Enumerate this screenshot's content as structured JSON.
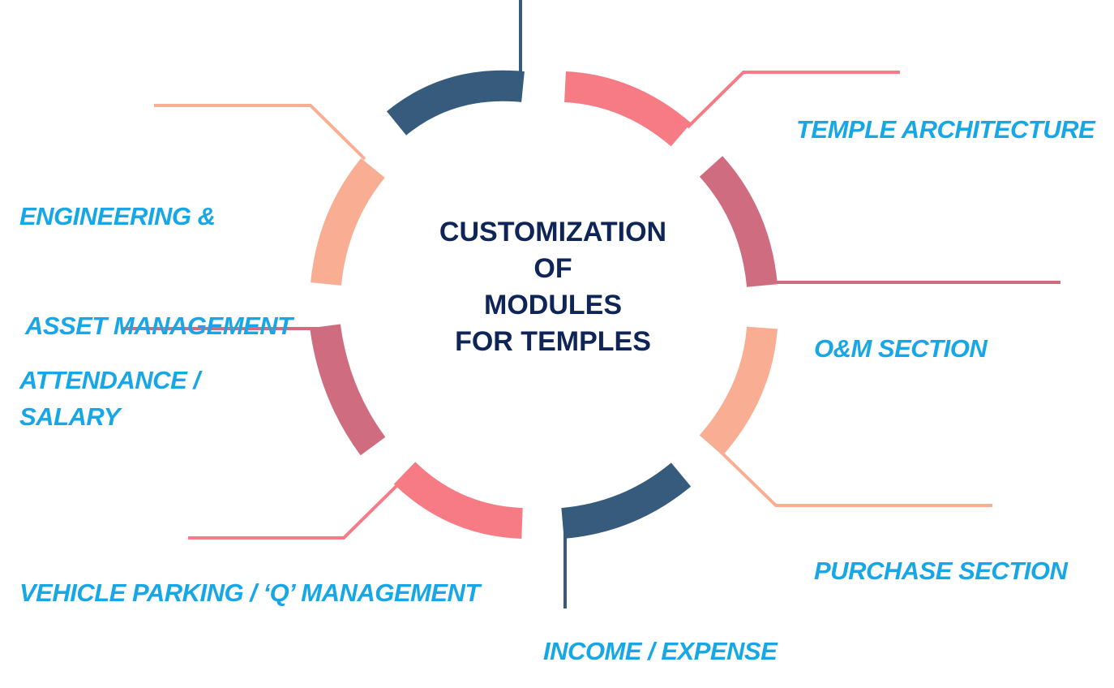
{
  "center": {
    "lines": [
      "CUSTOMIZATION",
      "OF",
      "MODULES",
      "FOR TEMPLES"
    ]
  },
  "modules": [
    {
      "lines": [
        "TEMPLE ARCHITECTURE"
      ],
      "color": "#f77b84"
    },
    {
      "lines": [
        "O&M SECTION"
      ],
      "color": "#d06c80"
    },
    {
      "lines": [
        "PURCHASE SECTION"
      ],
      "color": "#f9ae94"
    },
    {
      "lines": [
        "INCOME / EXPENSE"
      ],
      "color": "#365b7c"
    },
    {
      "lines": [
        "VEHICLE PARKING / ‘Q’ MANAGEMENT"
      ],
      "color": "#f77b84"
    },
    {
      "lines": [
        "ATTENDANCE /",
        "SALARY"
      ],
      "color": "#d06c80"
    },
    {
      "lines": [
        "ENGINEERING &",
        " ASSET MANAGEMENT"
      ],
      "color": "#f9ae94"
    }
  ],
  "colors": {
    "label_text": "#17a7e6",
    "center_text": "#0f2557",
    "top_segment": "#365b7c"
  }
}
